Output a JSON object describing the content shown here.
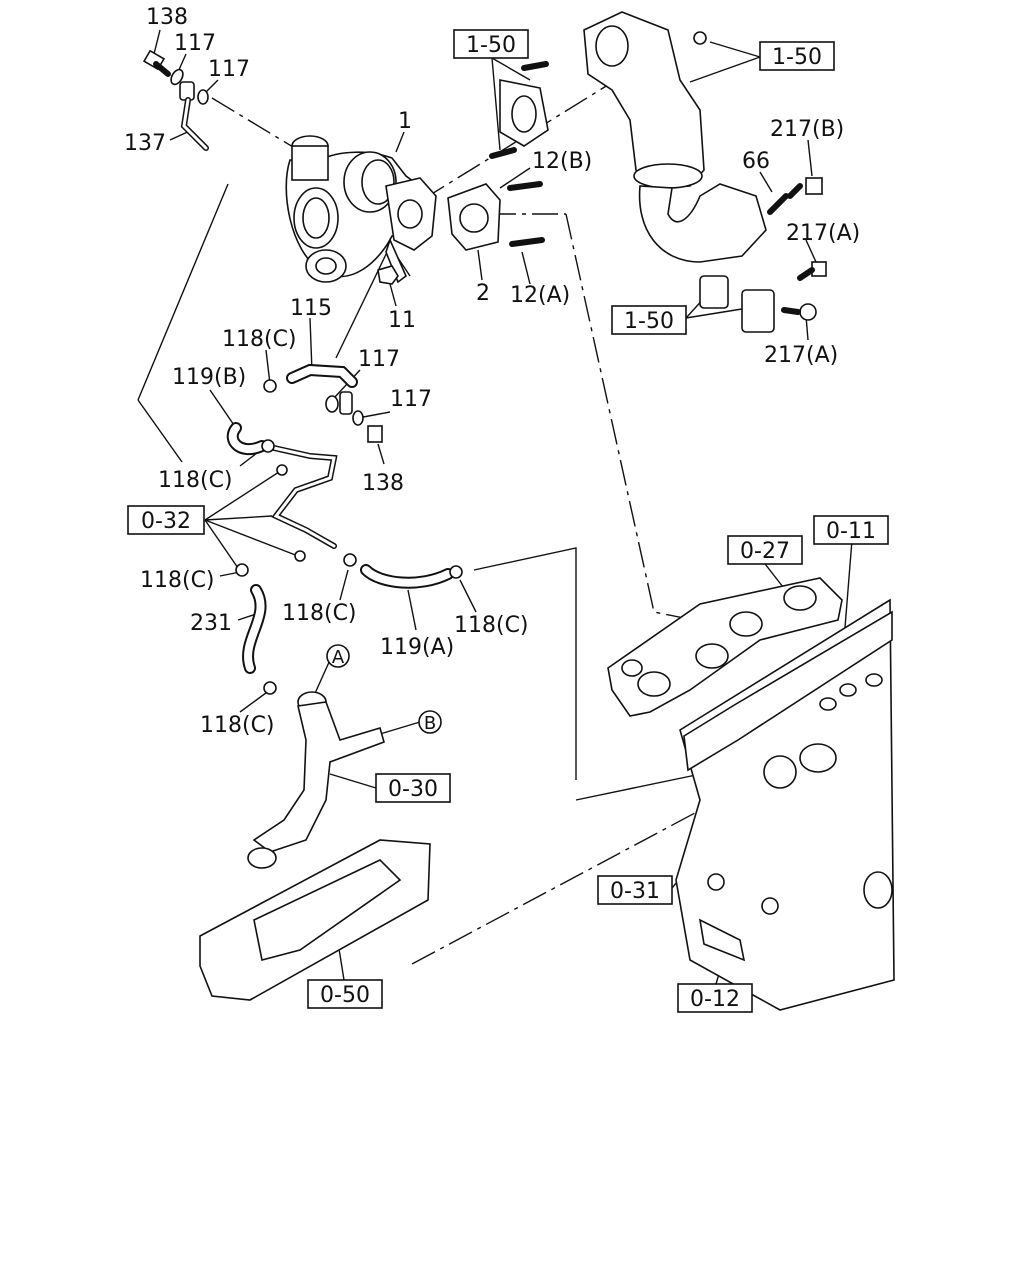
{
  "colors": {
    "line": "#111111",
    "background": "#ffffff"
  },
  "labels": {
    "n138_top": "138",
    "n117_a": "117",
    "n117_b": "117",
    "n137": "137",
    "n1": "1",
    "n12B": "12(B)",
    "n2": "2",
    "n12A": "12(A)",
    "n11": "11",
    "n66": "66",
    "n217B": "217(B)",
    "n217A_top": "217(A)",
    "n217A_bot": "217(A)",
    "n115": "115",
    "n118C_a": "118(C)",
    "n117_c": "117",
    "n119B": "119(B)",
    "n117_d": "117",
    "n118C_b": "118(C)",
    "n138_mid": "138",
    "n118C_c": "118(C)",
    "n231": "231",
    "n118C_d": "118(C)",
    "n119A": "119(A)",
    "n118C_e": "118(C)",
    "n118C_f": "118(C)"
  },
  "refs": {
    "r150_a": "1-50",
    "r150_b": "1-50",
    "r150_c": "1-50",
    "r032": "0-32",
    "r027": "0-27",
    "r011": "0-11",
    "r030": "0-30",
    "r031": "0-31",
    "r050": "0-50",
    "r012": "0-12"
  },
  "callouts": {
    "a": "A",
    "b": "B"
  }
}
